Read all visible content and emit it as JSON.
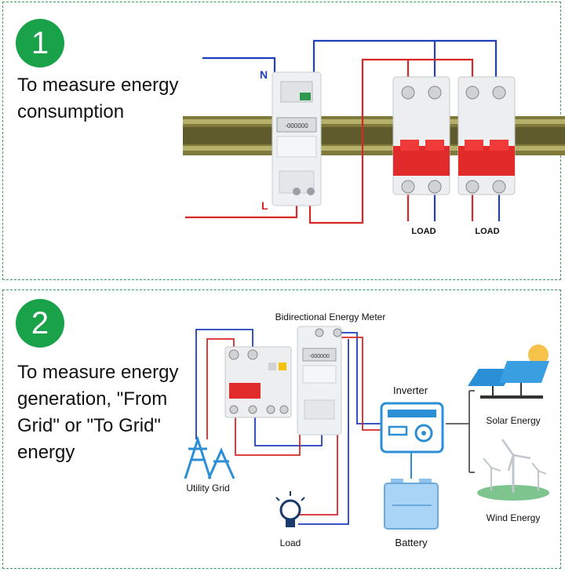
{
  "section1": {
    "number": "1",
    "description_line1": "To measure energy",
    "description_line2": "consumption",
    "neutral_label": "N",
    "live_label": "L",
    "load_label_a": "LOAD",
    "load_label_b": "LOAD",
    "meter_display": "-000000"
  },
  "section2": {
    "number": "2",
    "description_line1": "To measure energy",
    "description_line2": "generation, \"From",
    "description_line3": "Grid\" or \"To Grid\"",
    "description_line4": "energy",
    "meter_title": "Bidirectional Energy Meter",
    "meter_display": "-000000",
    "inverter_label": "Inverter",
    "solar_label": "Solar Energy",
    "wind_label": "Wind Energy",
    "battery_label": "Battery",
    "utility_label": "Utility Grid",
    "load_label": "Load"
  },
  "colors": {
    "accent_green": "#1aa24b",
    "wire_red": "#d62828",
    "wire_blue": "#1f3fbf",
    "icon_blue": "#2b8fd6"
  }
}
